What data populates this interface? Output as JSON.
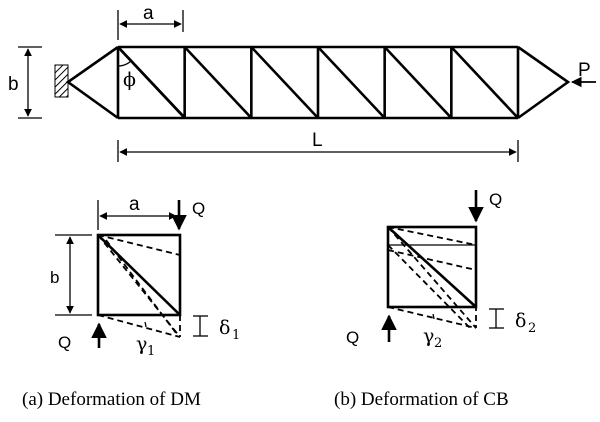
{
  "truss": {
    "label_a": "a",
    "label_b": "b",
    "label_phi": "ϕ",
    "label_L": "L",
    "label_P": "P"
  },
  "dm": {
    "label_a": "a",
    "label_b": "b",
    "label_Q_top": "Q",
    "label_Q_bottom": "Q",
    "label_gamma": "γ",
    "label_gamma_sub": "1",
    "label_delta": "δ",
    "label_delta_sub": "1",
    "caption": "(a)  Deformation  of  DM"
  },
  "cb": {
    "label_Q_top": "Q",
    "label_Q_bottom": "Q",
    "label_gamma": "γ",
    "label_gamma_sub": "2",
    "label_delta": "δ",
    "label_delta_sub": "2",
    "caption": "(b)  Deformation  of  CB"
  }
}
